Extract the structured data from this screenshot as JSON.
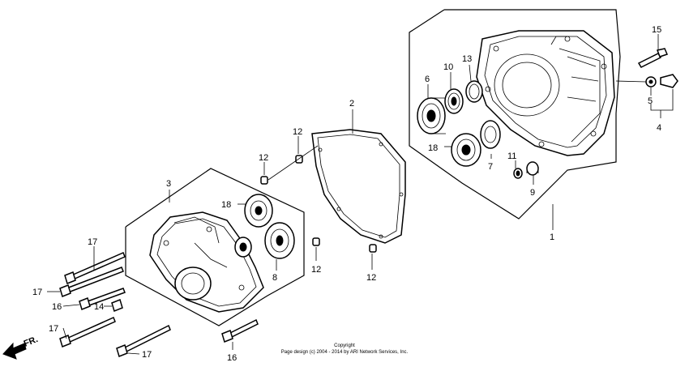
{
  "diagram": {
    "labels": [
      "1",
      "2",
      "3",
      "4",
      "5",
      "6",
      "7",
      "8",
      "9",
      "10",
      "11",
      "12",
      "13",
      "14",
      "15",
      "16",
      "17",
      "18"
    ],
    "callouts": {
      "p1": "1",
      "p2": "2",
      "p3": "3",
      "p4": "4",
      "p5": "5",
      "p6": "6",
      "p7": "7",
      "p8": "8",
      "p9": "9",
      "p10": "10",
      "p11": "11",
      "p12a": "12",
      "p12b": "12",
      "p12c": "12",
      "p12d": "12",
      "p13": "13",
      "p14": "14",
      "p15": "15",
      "p16a": "16",
      "p16b": "16",
      "p17a": "17",
      "p17b": "17",
      "p17c": "17",
      "p17d": "17",
      "p18a": "18",
      "p18b": "18"
    },
    "direction": "FR.",
    "copyright": {
      "line1": "Copyright",
      "line2": "Page design (c) 2004 - 2014 by ARI Network Services, Inc."
    }
  }
}
